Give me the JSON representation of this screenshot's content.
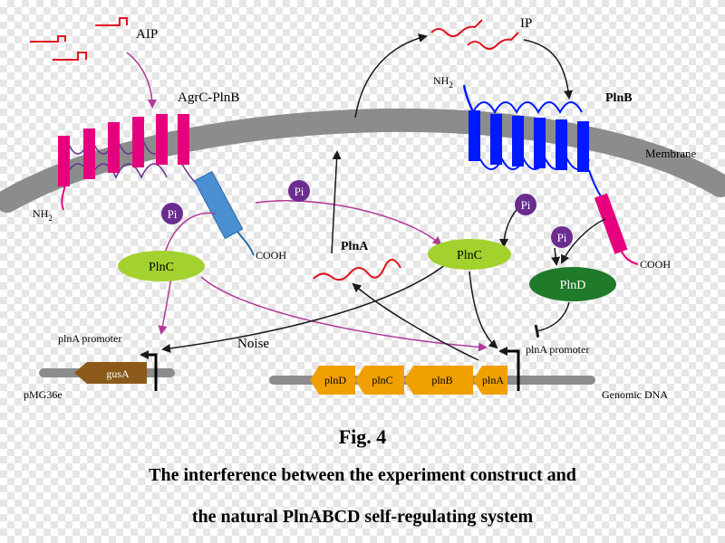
{
  "labels": {
    "aip": "AIP",
    "ip": "IP",
    "agrc_plnb": "AgrC-PlnB",
    "plnb": "PlnB",
    "membrane": "Membrane",
    "nh2_left": "NH",
    "nh2_right": "NH",
    "nh2_sub": "2",
    "cooh_left": "COOH",
    "cooh_right": "COOH",
    "pi": "Pi",
    "plnc": "PlnC",
    "plnd": "PlnD",
    "plna": "PlnA",
    "noise": "Noise",
    "plna_promoter": "plnA promoter",
    "pmg36e": "pMG36e",
    "gusa": "gusA",
    "genomic_dna": "Genomic DNA",
    "gene_plnd": "plnD",
    "gene_plnc": "plnC",
    "gene_plnb": "plnB",
    "gene_plna": "plnA"
  },
  "caption": {
    "fig": "Fig. 4",
    "line1": "The interference between the experiment construct and",
    "line2": "the natural PlnABCD self-regulating system"
  },
  "colors": {
    "membrane": "#8c8c8c",
    "agrc_helix": "#e6007e",
    "plnb_helix": "#0019ff",
    "cytoplasmic_domain": "#4a8fd1",
    "pi": "#6a2d8f",
    "plnc": "#a3d12d",
    "plnd": "#1f7a2a",
    "peptide": "#e0141e",
    "gene": "#f0a000",
    "gusa": "#8b5a1a",
    "arrow_purple": "#b03a9a",
    "arrow_dark": "#1a1a1a"
  }
}
